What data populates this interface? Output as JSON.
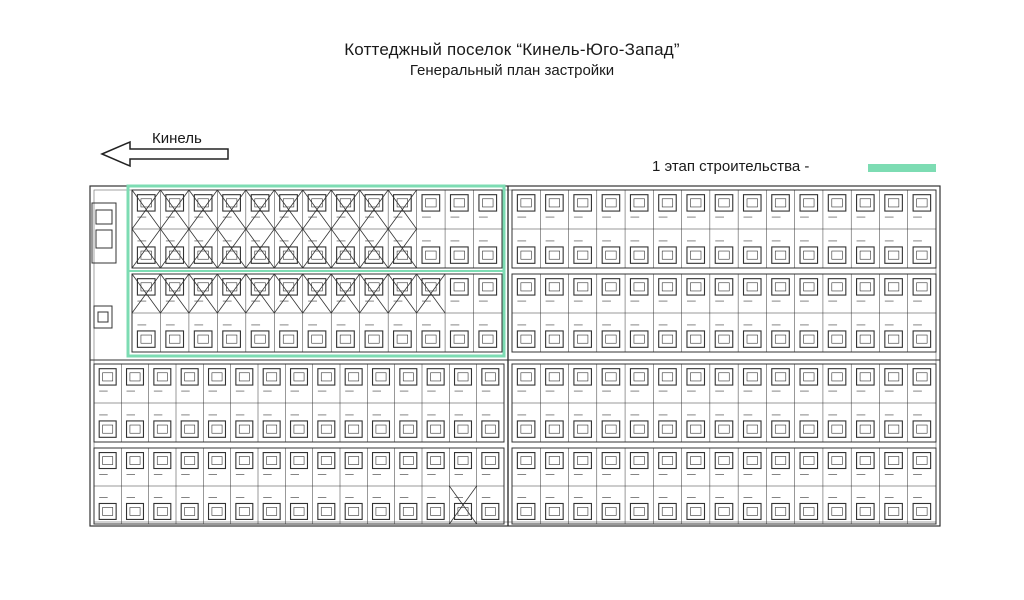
{
  "header": {
    "title": "Коттеджный поселок “Кинель-Юго-Запад”",
    "subtitle": "Генеральный план застройки"
  },
  "direction": {
    "label": "Кинель",
    "icon": "arrow-left-icon"
  },
  "legend": {
    "label": "1 этап строительства -",
    "color": "#7ddcb3"
  },
  "plan": {
    "line_color": "#333333",
    "highlight_color": "#7ddcb3",
    "blocks": [
      {
        "name": "block-a",
        "rows": 2,
        "columns": 13,
        "phase": 1,
        "crossed": "all-top-row-and-most"
      },
      {
        "name": "block-b",
        "rows": 2,
        "columns": 13,
        "phase": 1,
        "crossed": "top-row"
      },
      {
        "name": "block-c",
        "rows": 2,
        "columns": 15,
        "phase": 0
      },
      {
        "name": "block-d",
        "rows": 2,
        "columns": 15,
        "phase": 0
      },
      {
        "name": "block-e",
        "rows": 2,
        "columns": 15,
        "phase": 0
      },
      {
        "name": "block-f",
        "rows": 2,
        "columns": 15,
        "phase": 0
      },
      {
        "name": "block-g",
        "rows": 2,
        "columns": 15,
        "phase": 0
      },
      {
        "name": "block-h",
        "rows": 2,
        "columns": 15,
        "phase": 0
      }
    ]
  }
}
